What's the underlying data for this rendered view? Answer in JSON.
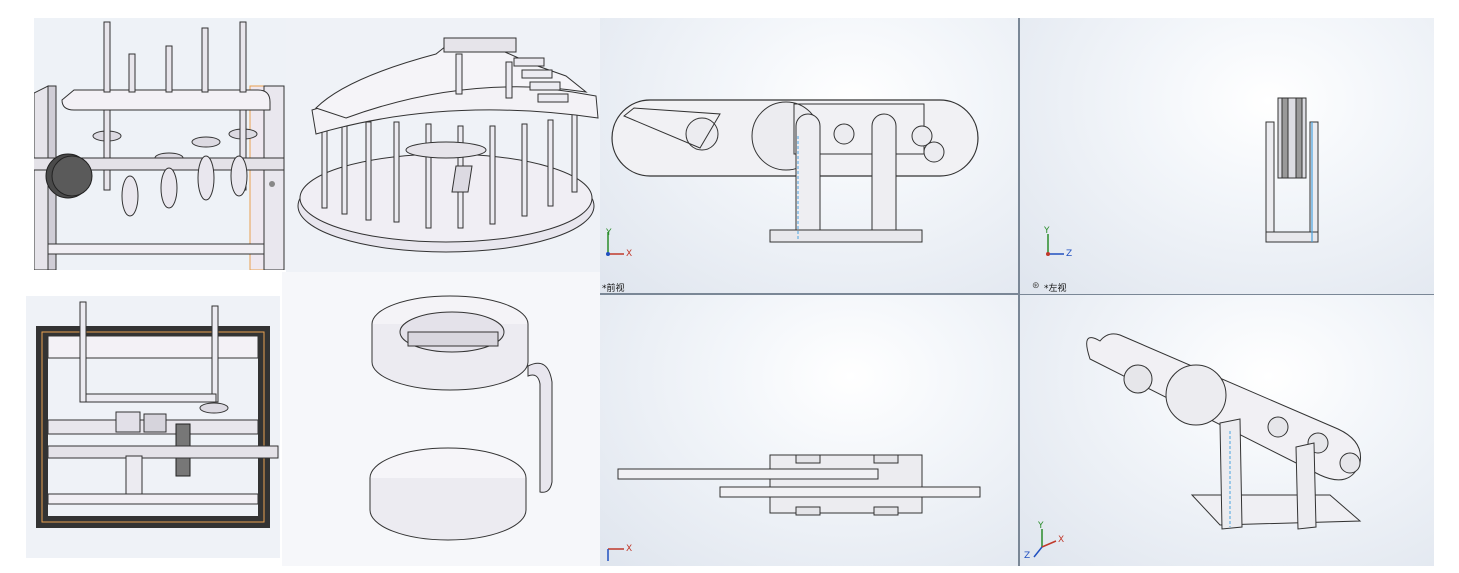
{
  "views": {
    "front_label": "*前视",
    "left_label": "*左视",
    "left_prefix": "⊛"
  },
  "axes": {
    "x": "X",
    "y": "Y",
    "z": "Z"
  },
  "colors": {
    "background_light": "#ffffff",
    "background_dark": "#dfe5ee",
    "part_fill": "#f2f0f4",
    "part_stroke": "#3a3a3a",
    "highlight": "#4aa3e0",
    "orange_edge": "#e8a050"
  }
}
